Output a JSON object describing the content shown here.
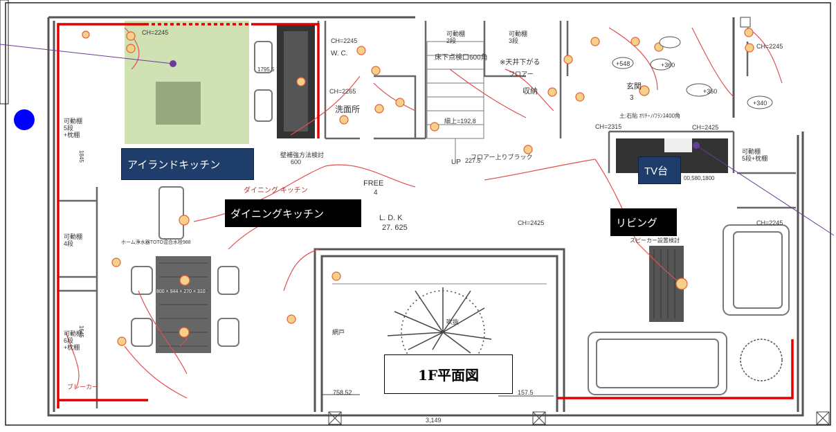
{
  "callouts": {
    "island_kitchen": "アイランドキッチン",
    "dining_kitchen": "ダイニングキッチン",
    "tv_stand": "TV台",
    "living": "リビング",
    "floor_title": "1F平面図"
  },
  "plan_labels": {
    "ldk": "L. D. K",
    "ldk_area": "27. 625",
    "free": "FREE",
    "free_num": "4",
    "ch_2425_a": "CH=2425",
    "ch_2425_b": "CH=2425",
    "ch_2245_a": "CH=2245",
    "ch_2245_b": "CH=2245",
    "ch_2245_c": "CH=2245",
    "ch_2245_d": "CH=2245",
    "ch_2265": "CH=2265",
    "ch_2315": "CH=2315",
    "wc": "W. C.",
    "washroom": "洗面所",
    "genkan": "玄関",
    "genkan_num": "3",
    "shelf_2": "可動棚\n2段",
    "shelf_3": "可動棚\n3段",
    "shelf_5a": "可動棚\n5段\n+枕棚",
    "shelf_5b": "可動棚\n5段+枕棚",
    "shelf_6": "可動棚\n6段\n+枕棚",
    "shelf_4": "可動棚\n4段",
    "under_floor": "床下点検口600角",
    "ceiling_down": "※天井下がる",
    "floor_note": "フロアー",
    "storage": "収納",
    "up": "UP",
    "dim_227": "227.5",
    "dim_600": "600",
    "wall_note": "壁補強方法検討",
    "dim_17955": "1795.5",
    "dim_758": "758.52",
    "dim_1575": "157.5",
    "dim_3149": "3,149",
    "dim_1645": "1645",
    "dim_1845": "1845",
    "plus_340": "+340",
    "plus_360a": "+360",
    "plus_360b": "+360",
    "plus_548": "+548",
    "garden": "吹抜",
    "dining_hand": "ダイニング キッチン",
    "entrance_hand": "フロアー上りブラック",
    "stone_note": "土:石貼 ｵﾘﾁｰﾉ/ﾌﾗﾝｽ400角",
    "tv_dims": "00,580,1800",
    "speaker": "スピーカー設置検討",
    "water_heater": "ホーム浄水器TOTO混合水栓988",
    "slab": "800 × 944 × 270 × 310",
    "breaker": "ブレーカー",
    "amido": "網戸",
    "floor_up": "細上=192.8"
  },
  "colors": {
    "accent_red": "#e00000",
    "kitchen_highlight": "#c4d9a0",
    "callout_blue": "#1f3d6b",
    "marker_blue": "#0000ff",
    "leader_purple": "#6a3a9a"
  }
}
